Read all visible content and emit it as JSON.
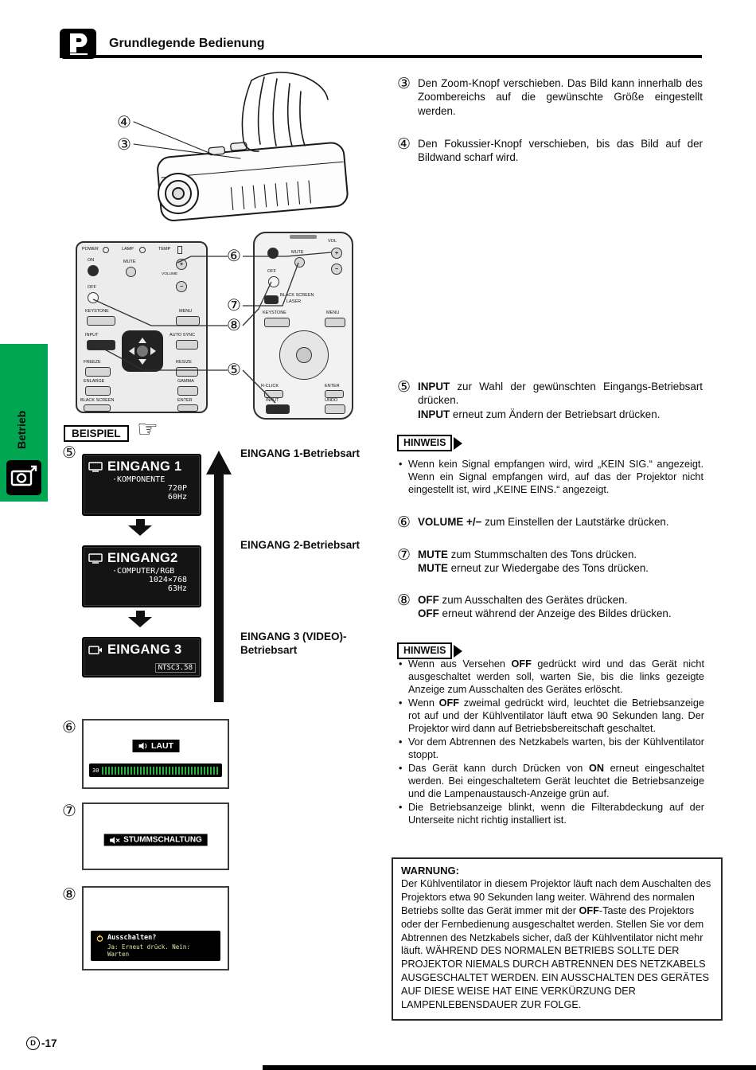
{
  "header": {
    "title": "Grundlegende Bedienung"
  },
  "sidebar": {
    "label": "Betrieb"
  },
  "steps_top": {
    "zoom": {
      "num": "③",
      "text": "Den Zoom-Knopf verschieben. Das Bild kann innerhalb des Zoombereichs auf die gewünschte Größe eingestellt werden."
    },
    "focus": {
      "num": "④",
      "text": "Den Fokussier-Knopf verschieben, bis das Bild auf der Bildwand scharf wird."
    }
  },
  "panels": {
    "callout_volume": "⑥",
    "callout_mute": "⑦",
    "callout_off": "⑧",
    "callout_input": "⑤",
    "projector_panel": {
      "power": "POWER",
      "lamp": "LAMP",
      "temp": "TEMP",
      "on": "ON",
      "mute": "MUTE",
      "plus": "+",
      "minus": "−",
      "volume": "VOLUME",
      "off": "OFF",
      "keystone": "KEYSTONE",
      "menu": "MENU",
      "input": "INPUT",
      "auto_sync": "AUTO SYNC",
      "freeze": "FREEZE",
      "resize": "RESIZE",
      "enlarge": "ENLARGE",
      "gamma": "GAMMA",
      "black_screen": "BLACK SCREEN",
      "enter": "ENTER"
    },
    "remote": {
      "vol": "VOL",
      "plus": "+",
      "minus": "−",
      "mute": "MUTE",
      "off": "OFF",
      "black_screen": "BLACK SCREEN",
      "laser": "LASER",
      "keystone": "KEYSTONE",
      "menu": "MENU",
      "r_click": "R-CLICK",
      "enter": "ENTER",
      "input": "INPUT",
      "undo": "UNDO"
    }
  },
  "example": {
    "label": "BEISPIEL",
    "hand_icon": "☞",
    "callout_input": "⑤",
    "callout_volume": "⑥",
    "callout_mute": "⑦",
    "callout_off": "⑧",
    "screens": [
      {
        "title": "EINGANG 1",
        "sub": "·KOMPONENTE",
        "val1": "720P",
        "val2": "60Hz",
        "mode": "EINGANG 1-Betriebsart"
      },
      {
        "title": "EINGANG2",
        "sub": "·COMPUTER/RGB",
        "val1": "1024×768",
        "val2": "63Hz",
        "mode": "EINGANG 2-Betriebsart"
      },
      {
        "title": "EINGANG 3",
        "badge": "NTSC3.58",
        "mode1": "EINGANG 3 (VIDEO)-",
        "mode2": "Betriebsart"
      }
    ],
    "volume_osd": {
      "label": "LAUT",
      "value": "30"
    },
    "mute_osd": {
      "label": "STUMMSCHALTUNG"
    },
    "off_osd": {
      "line1": "Ausschalten?",
      "line2": "Ja: Erneut drück. Nein: Warten"
    }
  },
  "instructions": {
    "input": {
      "num": "⑤",
      "p1": [
        {
          "t": "INPUT",
          "b": true
        },
        {
          "t": " zur Wahl der gewünschten Eingangs-Betriebsart drücken."
        }
      ],
      "p2": [
        {
          "t": "INPUT",
          "b": true
        },
        {
          "t": " erneut zum Ändern der Betriebsart drücken."
        }
      ]
    },
    "hinweis1": {
      "label": "HINWEIS",
      "bullets": [
        [
          {
            "t": "Wenn kein Signal empfangen wird, wird „KEIN SIG.“ angezeigt. Wenn ein Signal empfangen wird, auf das der Projektor nicht eingestellt ist, wird „KEINE EINS.“ angezeigt."
          }
        ]
      ]
    },
    "volume": {
      "num": "⑥",
      "p1": [
        {
          "t": "VOLUME +/−",
          "b": true
        },
        {
          "t": " zum Einstellen der Lautstärke drücken."
        }
      ]
    },
    "mute": {
      "num": "⑦",
      "p1": [
        {
          "t": "MUTE",
          "b": true
        },
        {
          "t": " zum Stummschalten des Tons drücken."
        }
      ],
      "p2": [
        {
          "t": "MUTE",
          "b": true
        },
        {
          "t": " erneut zur Wiedergabe des Tons drücken."
        }
      ]
    },
    "off": {
      "num": "⑧",
      "p1": [
        {
          "t": "OFF",
          "b": true
        },
        {
          "t": " zum Ausschalten des Gerätes drücken."
        }
      ],
      "p2": [
        {
          "t": "OFF",
          "b": true
        },
        {
          "t": " erneut während der Anzeige des Bildes drücken."
        }
      ]
    },
    "hinweis2": {
      "label": "HINWEIS",
      "bullets": [
        [
          {
            "t": "Wenn aus Versehen "
          },
          {
            "t": "OFF",
            "b": true
          },
          {
            "t": " gedrückt wird und das Gerät nicht ausgeschaltet werden soll, warten Sie, bis die links gezeigte Anzeige zum Ausschalten des Gerätes erlöscht."
          }
        ],
        [
          {
            "t": "Wenn "
          },
          {
            "t": "OFF",
            "b": true
          },
          {
            "t": " zweimal gedrückt wird, leuchtet die Betriebsanzeige rot auf und der Kühlventilator läuft etwa 90 Sekunden lang. Der Projektor wird dann auf Betriebsbereitschaft geschaltet."
          }
        ],
        [
          {
            "t": "Vor dem Abtrennen des Netzkabels warten, bis der Kühlventilator stoppt."
          }
        ],
        [
          {
            "t": "Das Gerät kann durch Drücken von "
          },
          {
            "t": "ON",
            "b": true
          },
          {
            "t": " erneut eingeschaltet werden. Bei eingeschaltetem Gerät leuchtet die Betriebsanzeige und die Lampenaustausch-Anzeige grün auf."
          }
        ],
        [
          {
            "t": "Die Betriebsanzeige blinkt, wenn die Filterabdeckung auf der Unterseite nicht richtig installiert ist."
          }
        ]
      ]
    },
    "warnung": {
      "title": "WARNUNG:",
      "body": [
        {
          "t": "Der Kühlventilator in diesem Projektor läuft nach dem Auschalten des Projektors etwa 90 Sekunden lang weiter. Während des normalen Betriebs sollte das Gerät immer mit der "
        },
        {
          "t": "OFF",
          "b": true
        },
        {
          "t": "-Taste des Projektors oder der Fernbedienung ausgeschaltet werden. Stellen Sie vor dem Abtrennen des Netzkabels sicher, daß der Kühlventilator nicht mehr läuft. WÄHREND DES NORMALEN BETRIEBS SOLLTE DER PROJEKTOR NIEMALS DURCH ABTRENNEN DES NETZKABELS AUSGESCHALTET WERDEN. EIN AUSSCHALTEN DES GERÄTES AUF DIESE WEISE HAT EINE VERKÜRZUNG DER LAMPENLEBENSDAUER ZUR FOLGE."
        }
      ]
    }
  },
  "footer": {
    "circle": "D",
    "page": "-17"
  },
  "colors": {
    "section_green": "#00A651",
    "volume_green": "#2FAE46"
  }
}
